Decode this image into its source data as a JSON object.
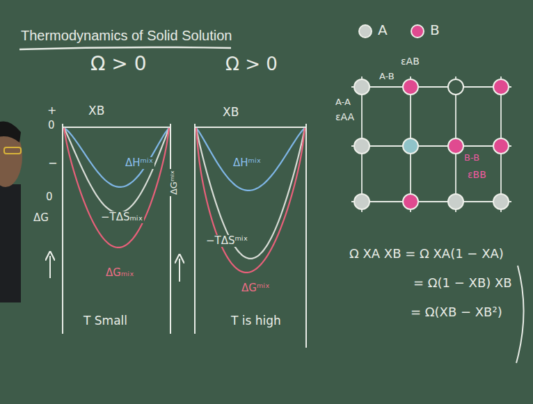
{
  "diagram": {
    "title": "Thermodynamics of Solid Solution",
    "labels": [
      "Ω > 0",
      "Ω > 0",
      "XB",
      "XB",
      "+",
      "0",
      "−",
      "0",
      "ΔG",
      "ΔHᵐⁱˣ",
      "−TΔSₘᵢₓ",
      "ΔGₘᵢₓ",
      "T Small",
      "ΔGᵐⁱˣ",
      "ΔHᵐⁱˣ",
      "−TΔSᵐⁱˣ",
      "ΔGᵐⁱˣ",
      "T is high",
      "εAB",
      "A-B",
      "A-A",
      "εAA",
      "B-B",
      "εBB",
      "Ω XA XB = Ω XA(1 − XA)",
      "= Ω(1 − XB) XB",
      "= Ω(XB − XB²)"
    ],
    "legend": [
      {
        "text": "A",
        "color": "#c9cfcb"
      },
      {
        "text": "B",
        "color": "#e04a90"
      }
    ]
  }
}
